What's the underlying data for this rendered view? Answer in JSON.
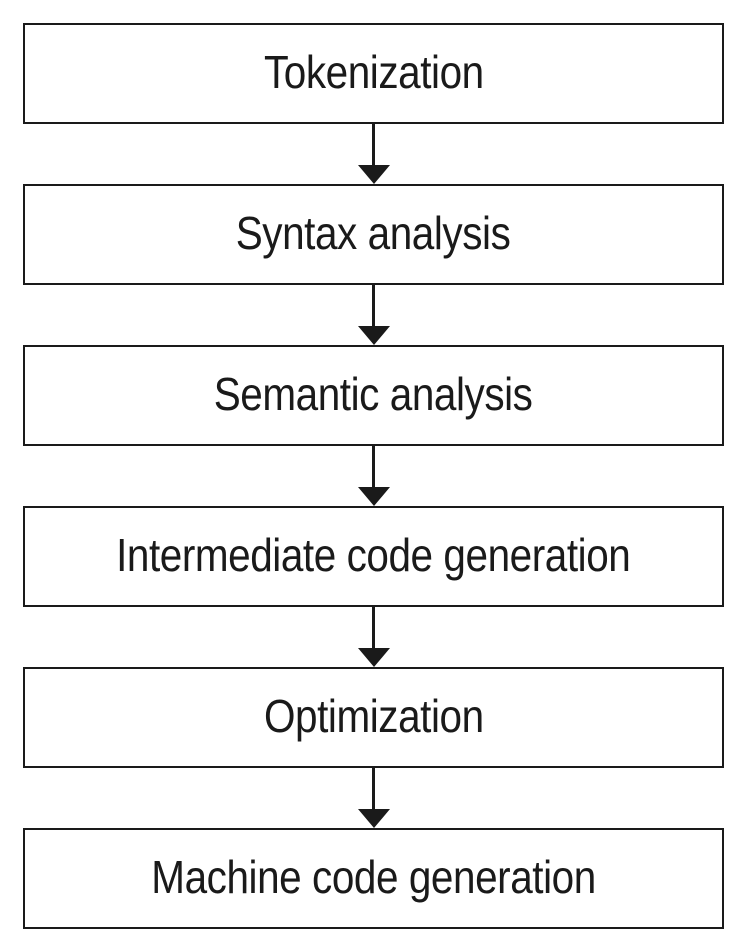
{
  "diagram": {
    "type": "flowchart",
    "direction": "top-down",
    "steps": [
      "Tokenization",
      "Syntax analysis",
      "Semantic analysis",
      "Intermediate code generation",
      "Optimization",
      "Machine code generation"
    ],
    "connections": [
      {
        "from": "Tokenization",
        "to": "Syntax analysis"
      },
      {
        "from": "Syntax analysis",
        "to": "Semantic analysis"
      },
      {
        "from": "Semantic analysis",
        "to": "Intermediate code generation"
      },
      {
        "from": "Intermediate code generation",
        "to": "Optimization"
      },
      {
        "from": "Optimization",
        "to": "Machine code generation"
      }
    ]
  },
  "colors": {
    "background": "#ffffff",
    "box_fill": "#ffffff",
    "box_border": "#1a1a1a",
    "text": "#1a1a1a",
    "arrow": "#1a1a1a"
  }
}
